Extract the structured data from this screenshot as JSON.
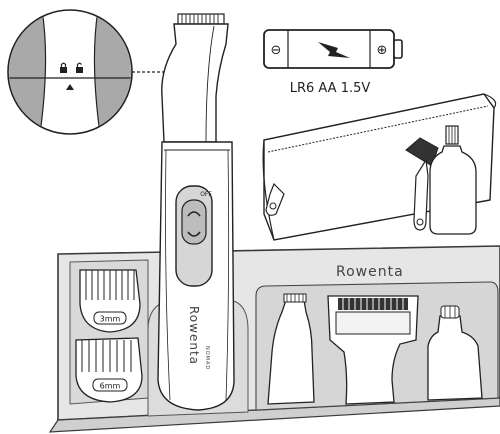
{
  "battery": {
    "minus_symbol": "⊖",
    "plus_symbol": "⊕",
    "label": "LR6 AA 1.5V"
  },
  "device": {
    "brand": "Rowenta",
    "subbrand": "NOMAD",
    "switch_top": "OFF"
  },
  "tray": {
    "brand": "Rowenta",
    "comb_small_label": "3mm",
    "comb_large_label": "6mm"
  },
  "colors": {
    "tray": "#e6e6e6",
    "tray_edge": "#3a3a3a",
    "device_grey": "#d6d6d6",
    "lock_grey": "#a9a9a9"
  }
}
